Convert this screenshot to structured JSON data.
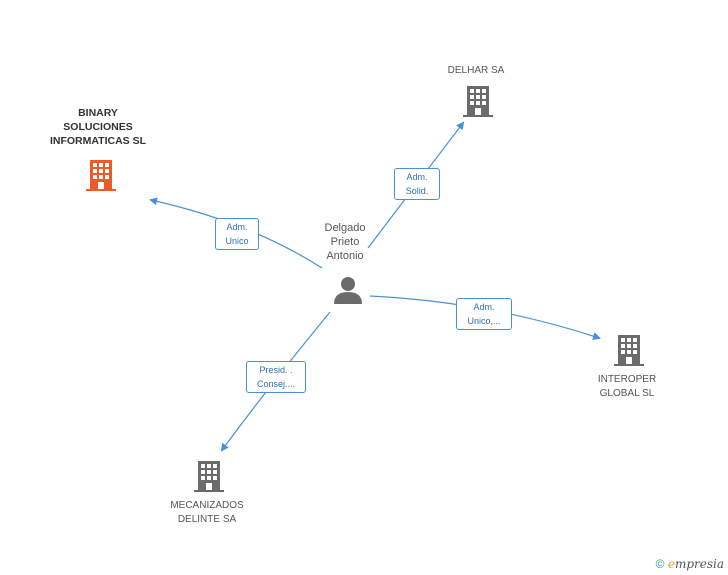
{
  "colors": {
    "edge": "#4a90d9",
    "building_grey": "#6b6b6b",
    "building_focus": "#f05a2a",
    "person": "#6b6b6b"
  },
  "center": {
    "label_lines": [
      "Delgado",
      "Prieto",
      "Antonio"
    ],
    "icon": "person-icon"
  },
  "companies": [
    {
      "id": "binary",
      "label": "BINARY\nSOLUCIONES\nINFORMATICAS SL",
      "focus": true
    },
    {
      "id": "delhar",
      "label": "DELHAR SA",
      "focus": false
    },
    {
      "id": "interoper",
      "label": "INTEROPER\nGLOBAL SL",
      "focus": false
    },
    {
      "id": "mecanizados",
      "label": "MECANIZADOS\nDELINTE SA",
      "focus": false
    }
  ],
  "roles": {
    "binary": [
      "Adm.",
      "Unico"
    ],
    "delhar": [
      "Adm.",
      "Solid."
    ],
    "interoper": [
      "Adm.",
      "Unico,..."
    ],
    "mecanizados": [
      "Presid. .",
      "Consej...."
    ]
  },
  "footer": {
    "copyright": "©",
    "brand_e": "e",
    "brand_rest": "mpresia"
  }
}
